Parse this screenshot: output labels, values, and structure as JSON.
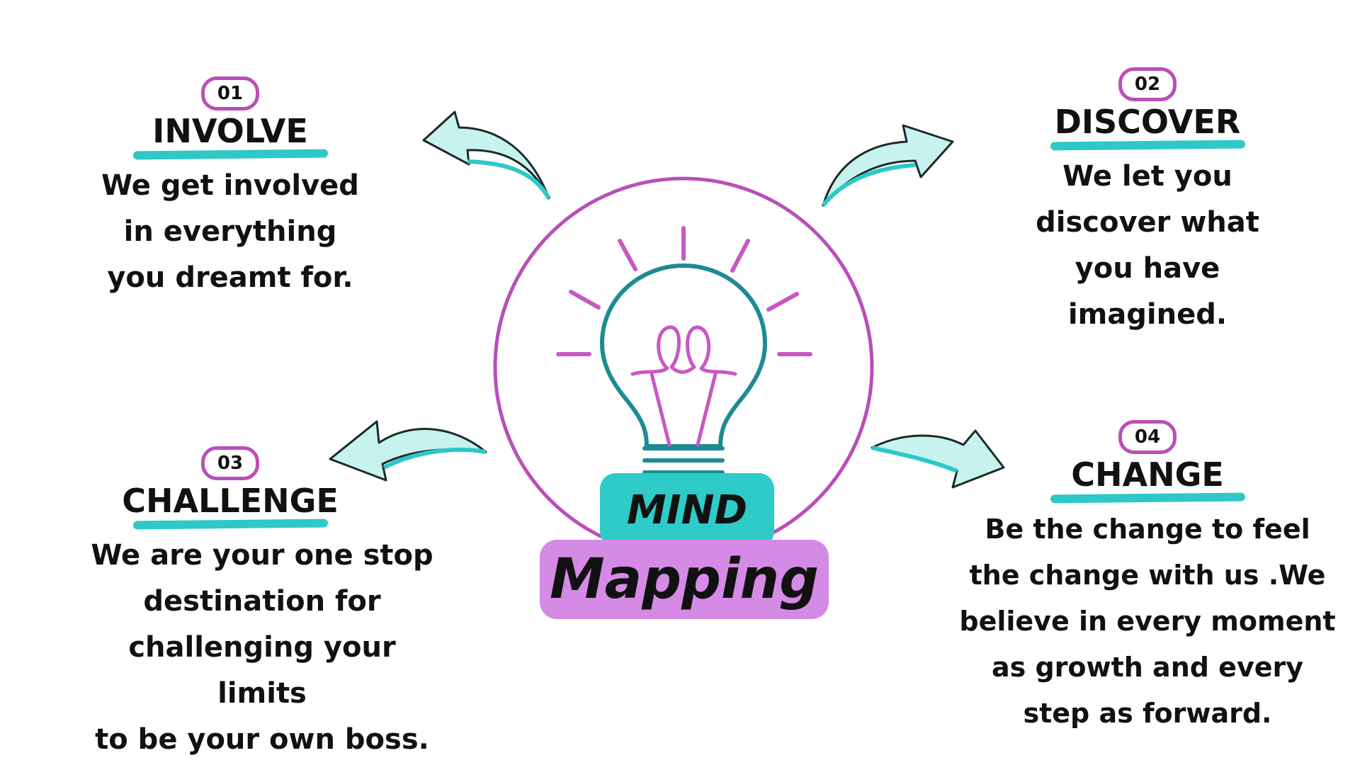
{
  "center": {
    "mind_label": "MIND",
    "mapping_label": "Mapping"
  },
  "steps": [
    {
      "number": "01",
      "title": "INVOLVE",
      "description": [
        "We get involved",
        "in everything",
        "you dreamt for."
      ]
    },
    {
      "number": "02",
      "title": "DISCOVER",
      "description": [
        "We let you",
        "discover what",
        "you have",
        "imagined."
      ]
    },
    {
      "number": "03",
      "title": "CHALLENGE",
      "description": [
        "We are your one stop",
        "destination for",
        "challenging your limits",
        "to be your own boss."
      ]
    },
    {
      "number": "04",
      "title": "CHANGE",
      "description": [
        "Be the change to feel",
        "the change with us .We",
        "believe in every moment",
        "as growth and every",
        "step as forward."
      ]
    }
  ],
  "colors": {
    "accent_purple": "#b94fb8",
    "accent_teal": "#2ec8c8",
    "arrow_fill": "#c8f2ee",
    "mind_bg": "#2ecbc8",
    "mapping_bg": "#d58ae6"
  },
  "icons": [
    "lightbulb-icon",
    "arrow-up-left-icon",
    "arrow-up-right-icon",
    "arrow-left-icon",
    "arrow-down-right-icon"
  ]
}
